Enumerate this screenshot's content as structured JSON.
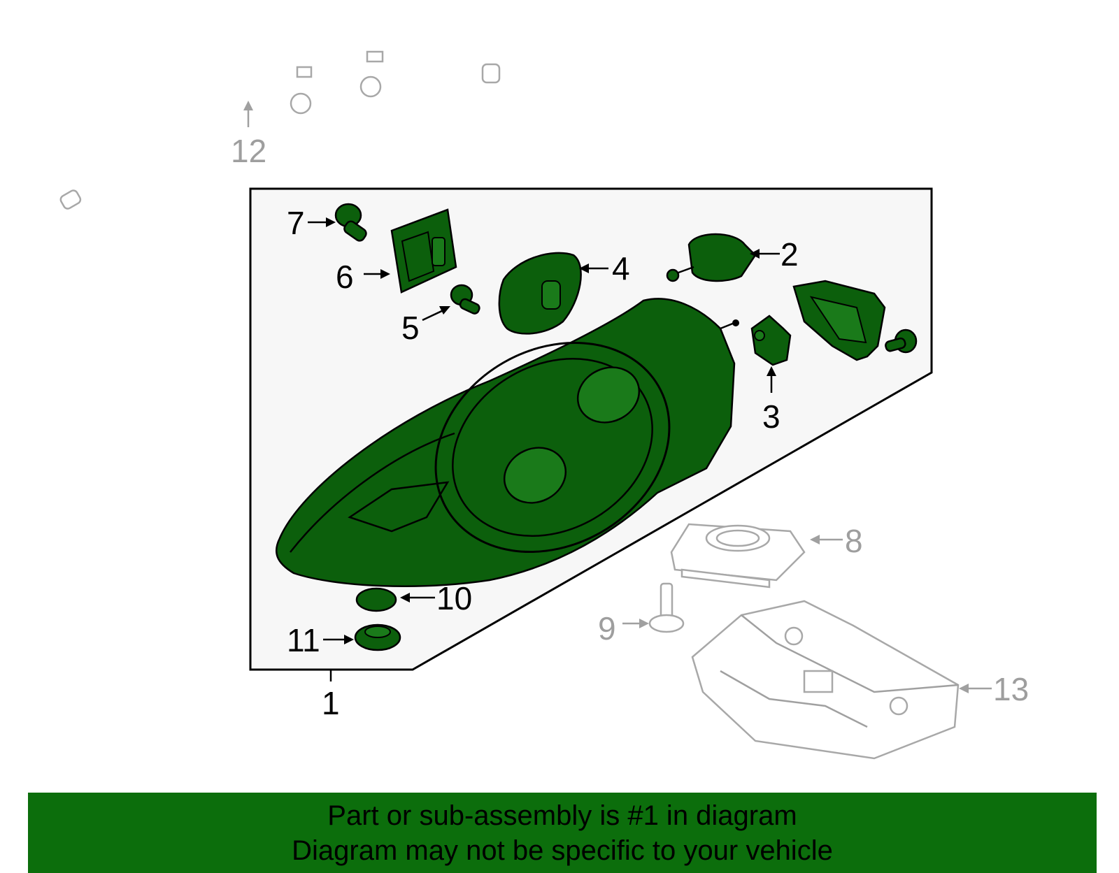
{
  "diagram": {
    "callouts": {
      "c1": "1",
      "c2": "2",
      "c3": "3",
      "c4": "4",
      "c5": "5",
      "c6": "6",
      "c7": "7",
      "c8": "8",
      "c9": "9",
      "c10": "10",
      "c11": "11",
      "c12": "12",
      "c13": "13"
    }
  },
  "banner": {
    "line1": "Part or sub-assembly is #1 in diagram",
    "line2": "Diagram may not be specific to your vehicle"
  },
  "colors": {
    "highlight": "#0c5f0c",
    "banner_bg": "#0c6e0c",
    "panel_bg": "#f7f7f7",
    "secondary": "#a0a0a0"
  }
}
